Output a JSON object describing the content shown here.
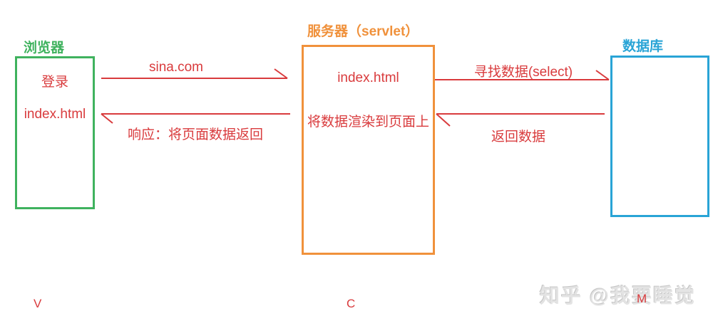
{
  "diagram": {
    "nodes": {
      "browser": {
        "title": "浏览器",
        "line1": "登录",
        "line2": "index.html"
      },
      "server": {
        "title": "服务器（servlet）",
        "line1": "index.html",
        "line2": "将数据渲染到页面上"
      },
      "database": {
        "title": "数据库"
      }
    },
    "arrows": {
      "request_label": "sina.com",
      "response_label": "响应：将页面数据返回",
      "query_label": "寻找数据(select)",
      "return_label": "返回数据"
    },
    "mvc_letters": {
      "view": "V",
      "controller": "C",
      "model": "M"
    },
    "watermark": "知乎 @我要睡觉",
    "colors": {
      "browser_border": "#3fb25e",
      "server_border": "#f0913b",
      "database_border": "#29a4d6",
      "arrow_red": "#d93b3d",
      "watermark_gray": "#e3e3e3"
    }
  }
}
